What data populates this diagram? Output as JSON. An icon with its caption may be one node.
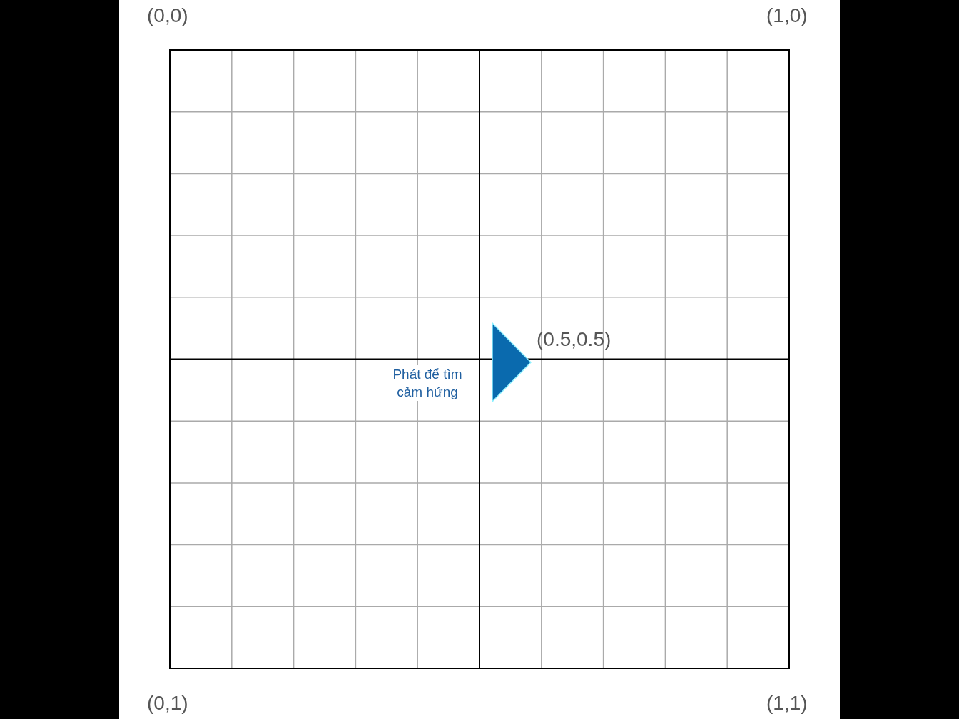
{
  "diagram": {
    "labels": [
      "(0,0)",
      "(1,0)",
      "(0.5,0.5)",
      "Phát để tìm cảm hứng",
      "(0,1)",
      "(1,1)"
    ]
  }
}
